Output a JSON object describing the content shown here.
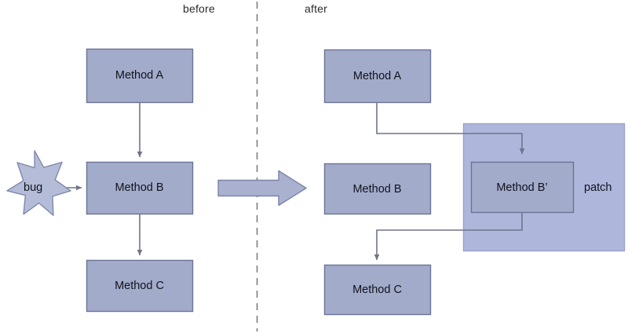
{
  "diagram": {
    "title_before": "before",
    "title_after": "after",
    "colors": {
      "node_fill": "#a3abcb",
      "node_stroke": "#6b7494",
      "patch_fill": "#aeb6dc",
      "patch_stroke": "#9aa2c9",
      "connector": "#6f7589",
      "divider": "#7d7d7d",
      "big_arrow_fill": "#a9b1cf",
      "big_arrow_stroke": "#7a84ab",
      "bug_fill": "#b4bcd8",
      "bug_stroke": "#8089ab",
      "text": "#10131c",
      "background": "#ffffff"
    },
    "before": {
      "nodes": [
        {
          "id": "before-method-a",
          "label": "Method A"
        },
        {
          "id": "before-method-b",
          "label": "Method B"
        },
        {
          "id": "before-method-c",
          "label": "Method C"
        }
      ],
      "bug": {
        "label": "bug"
      },
      "edges": [
        {
          "from": "Method A",
          "to": "Method B"
        },
        {
          "from": "bug",
          "to": "Method B"
        },
        {
          "from": "Method B",
          "to": "Method C"
        }
      ]
    },
    "transition": {
      "icon": "right-block-arrow-icon"
    },
    "after": {
      "nodes": [
        {
          "id": "after-method-a",
          "label": "Method A"
        },
        {
          "id": "after-method-b",
          "label": "Method B"
        },
        {
          "id": "after-method-c",
          "label": "Method C"
        },
        {
          "id": "after-method-b-prime",
          "label": "Method B’"
        }
      ],
      "patch": {
        "label": "patch"
      },
      "edges": [
        {
          "from": "Method A",
          "to": "Method B’"
        },
        {
          "from": "Method B’",
          "to": "Method C"
        }
      ]
    }
  }
}
